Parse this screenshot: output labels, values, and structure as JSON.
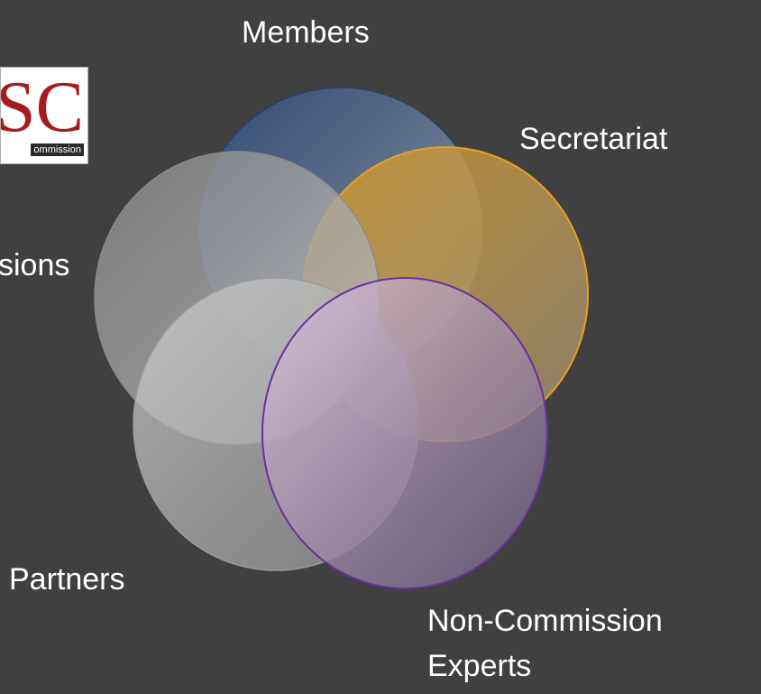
{
  "labels": {
    "members": "Members",
    "secretariat": "Secretariat",
    "partial_left": "sions",
    "partners": "Partners",
    "non_commission_line1": "Non-Commission",
    "non_commission_line2": "Experts"
  },
  "logo": {
    "letters": "SC",
    "tagline": "ommission"
  },
  "colors": {
    "background": "#404040",
    "members_circle": "#2c4a78",
    "secretariat_circle": "#d49a2a",
    "non_commission_circle": "#6a3a9a",
    "left_circle": "#7a7a7a",
    "partners_circle": "#8a8a8a"
  }
}
